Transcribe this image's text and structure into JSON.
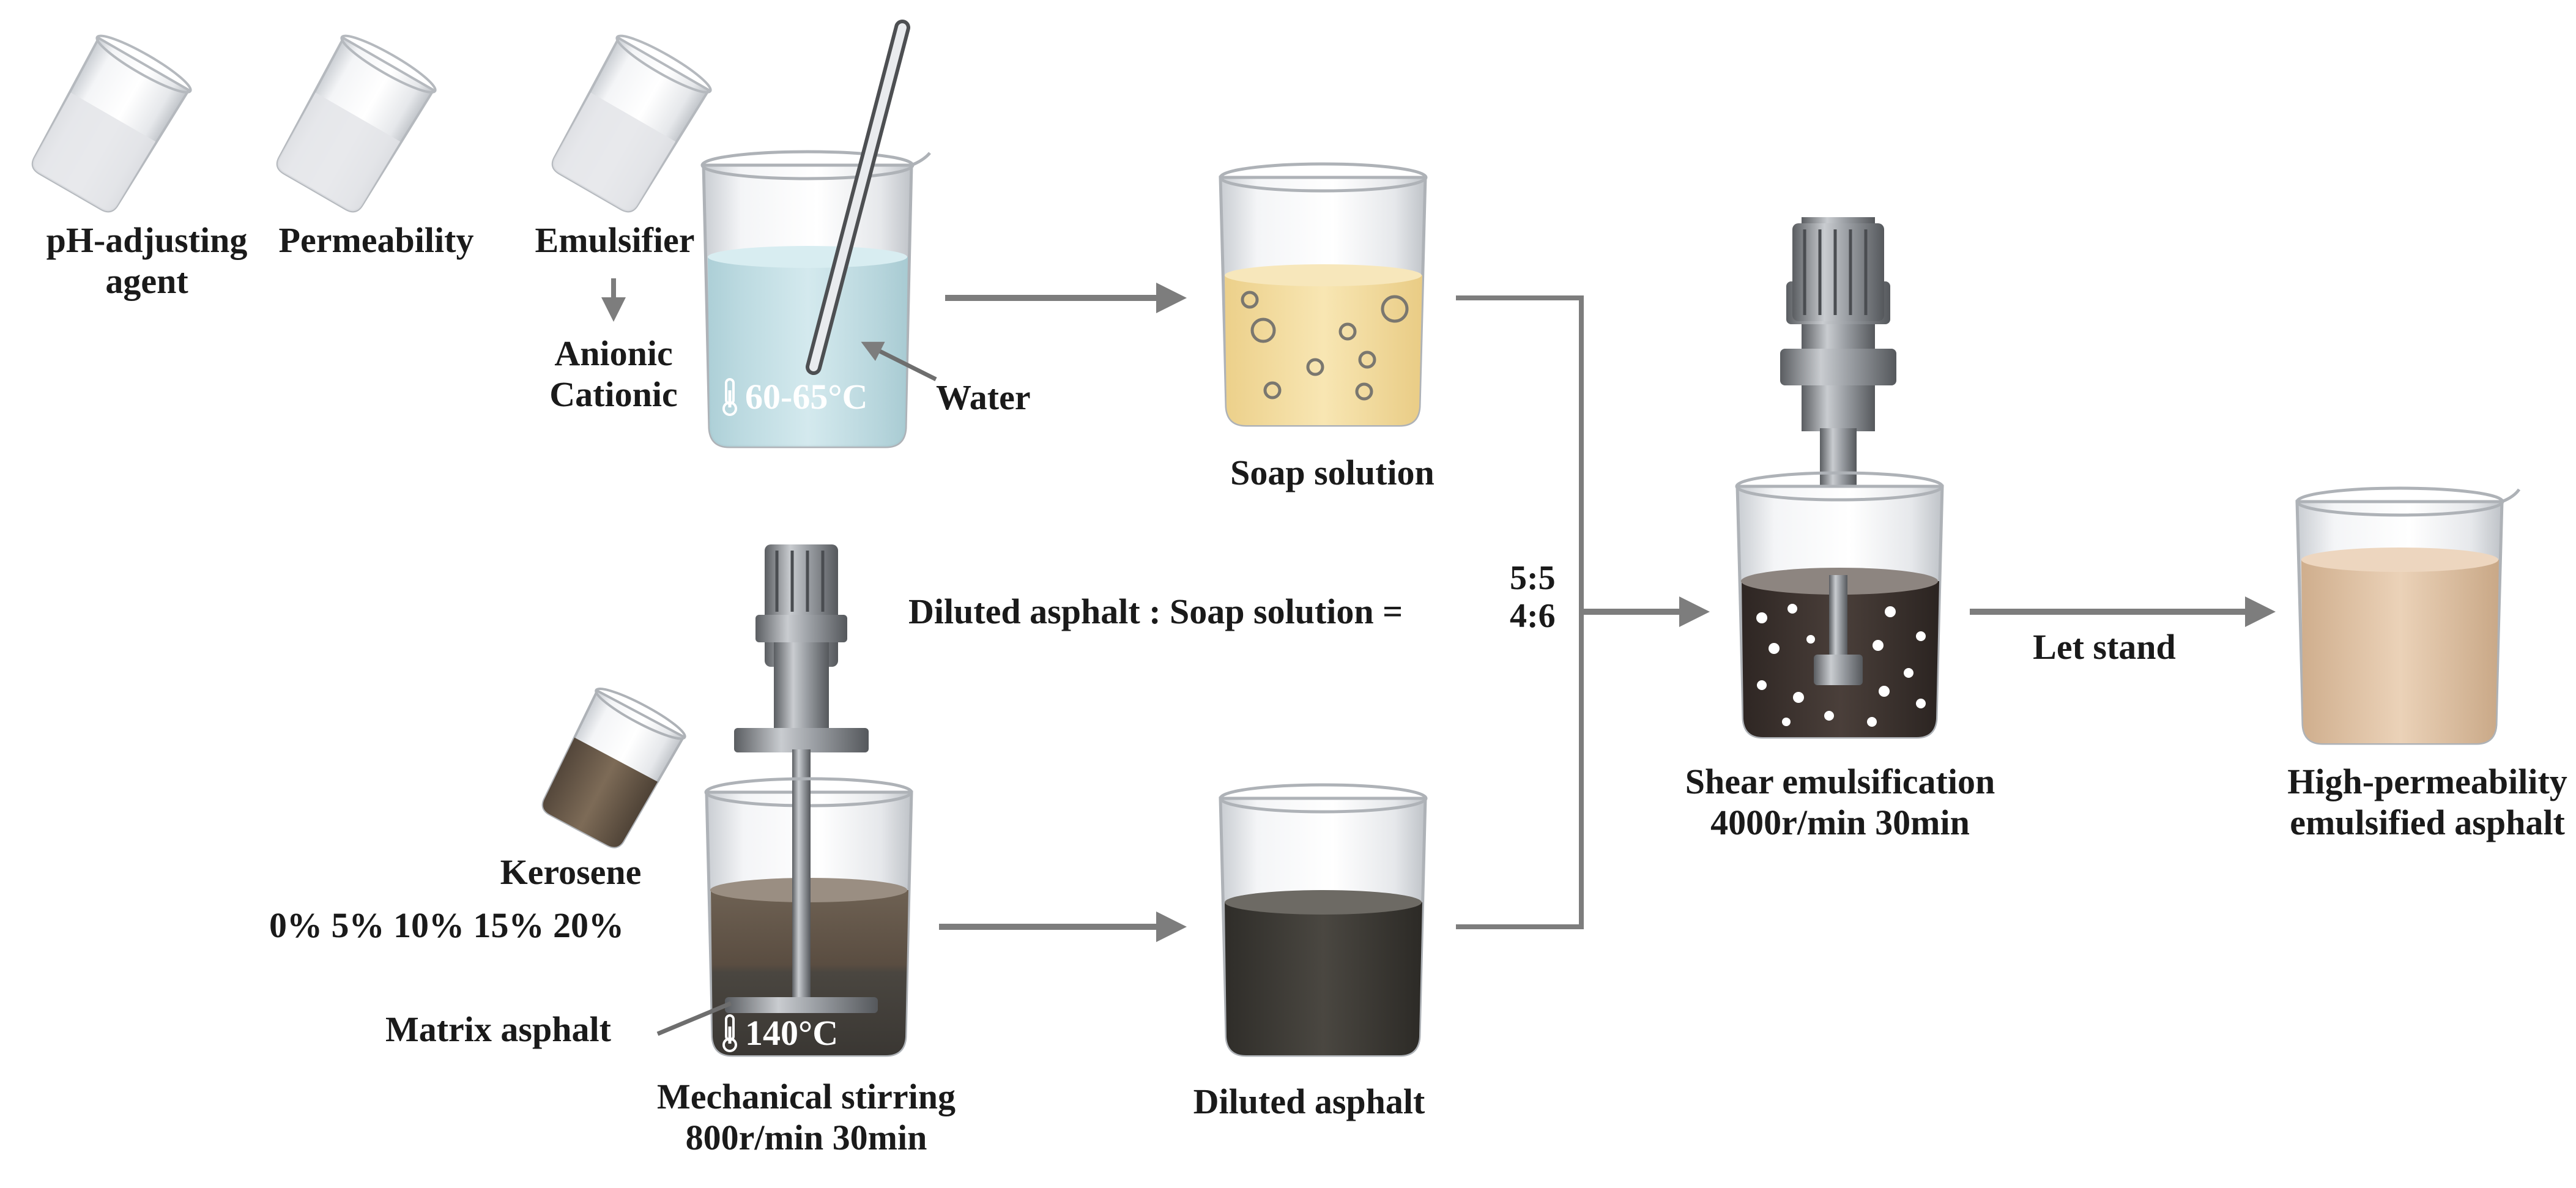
{
  "colors": {
    "arrow": "#7d7d7d",
    "glass": "#d9dde2",
    "water": "#bfdde3",
    "soap": "#f2dc9e",
    "kerosene": "#6b5a45",
    "matrix_asphalt": "#4a4640",
    "diluted_asphalt": "#3f3d38",
    "emulsion": "#3d3531",
    "final_product": "#dcc0a2",
    "text": "#1a1a1a"
  },
  "labels": {
    "ph_adjusting_line1": "pH-adjusting",
    "ph_adjusting_line2": "agent",
    "permeability": "Permeability",
    "emulsifier": "Emulsifier",
    "anionic": "Anionic",
    "cationic": "Cationic",
    "water_temp": "60-65°C",
    "water": "Water",
    "soap_solution": "Soap solution",
    "ratio_text": "Diluted asphalt : Soap solution =",
    "ratio_1": "5:5",
    "ratio_2": "4:6",
    "kerosene": "Kerosene",
    "kerosene_dosages": "0% 5% 10% 15% 20%",
    "matrix_asphalt": "Matrix asphalt",
    "asphalt_temp": "140°C",
    "mechanical_stirring_line1": "Mechanical stirring",
    "mechanical_stirring_line2": "800r/min 30min",
    "diluted_asphalt": "Diluted asphalt",
    "shear_line1": "Shear emulsification",
    "shear_line2": "4000r/min 30min",
    "let_stand": "Let stand",
    "product_line1": "High-permeability",
    "product_line2": "emulsified asphalt"
  },
  "icons": [
    "beaker-icon",
    "glass-rod-icon",
    "stirrer-motor-icon",
    "thermometer-icon",
    "arrow-icon"
  ]
}
